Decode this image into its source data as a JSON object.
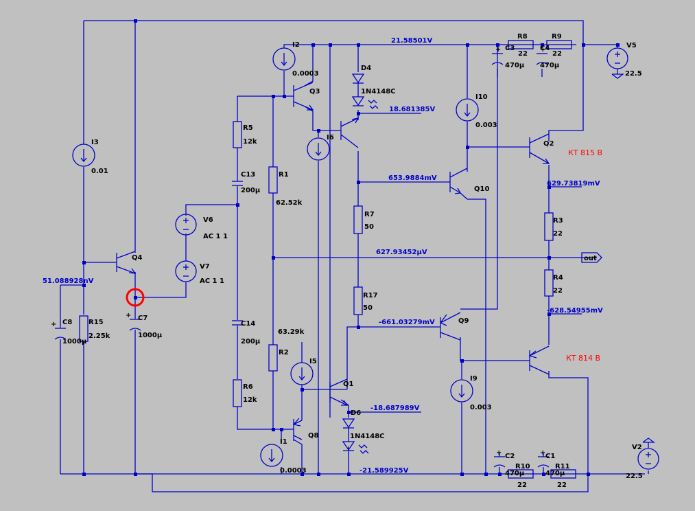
{
  "colors": {
    "background": "#c0c0c0",
    "wire": "#0000c8",
    "text": "#000000",
    "note": "#ff0000",
    "marker": "#ff0000"
  },
  "components": {
    "I3": {
      "name": "I3",
      "value": "0.01"
    },
    "I2": {
      "name": "I2",
      "value": "0.0003"
    },
    "I6": {
      "name": "I6"
    },
    "I10": {
      "name": "I10",
      "value": "0.003"
    },
    "I5": {
      "name": "I5"
    },
    "I1": {
      "name": "I1",
      "value": "0.0003"
    },
    "I9": {
      "name": "I9",
      "value": "0.003"
    },
    "V5": {
      "name": "V5",
      "value": "22.5"
    },
    "V2": {
      "name": "V2",
      "value": "22.5"
    },
    "V6": {
      "name": "V6",
      "value": "AC 1 1"
    },
    "V7": {
      "name": "V7",
      "value": "AC 1 1"
    },
    "Q1": {
      "name": "Q1"
    },
    "Q2": {
      "name": "Q2"
    },
    "Q3": {
      "name": "Q3"
    },
    "Q4": {
      "name": "Q4"
    },
    "Q8": {
      "name": "Q8"
    },
    "Q9": {
      "name": "Q9"
    },
    "Q10": {
      "name": "Q10"
    },
    "R1": {
      "name": "R1",
      "value": "62.52k"
    },
    "R2": {
      "name": "R2",
      "value": "63.29k"
    },
    "R3": {
      "name": "R3",
      "value": "22"
    },
    "R4": {
      "name": "R4",
      "value": "22"
    },
    "R5": {
      "name": "R5",
      "value": "12k"
    },
    "R6": {
      "name": "R6",
      "value": "12k"
    },
    "R7": {
      "name": "R7",
      "value": "50"
    },
    "R8": {
      "name": "R8",
      "value": "22"
    },
    "R9": {
      "name": "R9",
      "value": "22"
    },
    "R10": {
      "name": "R10",
      "value": "22"
    },
    "R11": {
      "name": "R11",
      "value": "22"
    },
    "R15": {
      "name": "R15",
      "value": "2.25k"
    },
    "R17": {
      "name": "R17",
      "value": "50"
    },
    "C1": {
      "name": "C1",
      "value": "470µ"
    },
    "C2": {
      "name": "C2",
      "value": "470µ"
    },
    "C3": {
      "name": "C3",
      "value": "470µ"
    },
    "C4": {
      "name": "C4",
      "value": "470µ"
    },
    "C7": {
      "name": "C7",
      "value": "1000µ"
    },
    "C8": {
      "name": "C8",
      "value": "1000µ"
    },
    "C13": {
      "name": "C13",
      "value": "200µ"
    },
    "C14": {
      "name": "C14",
      "value": "200µ"
    },
    "D4": {
      "name": "D4",
      "model": "1N4148C"
    },
    "D6": {
      "name": "D6",
      "model": "1N4148C"
    }
  },
  "netlabels": {
    "out": "out"
  },
  "voltages": {
    "vplus": "21.58501V",
    "d4": "18.681385V",
    "q10b": "653.9884mV",
    "q2e": "629.73819mV",
    "out": "627.93452µV",
    "q9b": "-661.03279mV",
    "q8e": "-628.54955mV",
    "d6": "-18.687989V",
    "vminus": "-21.589925V",
    "q4b": "51.088928nV"
  },
  "notes": {
    "q2": "КТ 815 В",
    "q8": "КТ 814 В"
  }
}
